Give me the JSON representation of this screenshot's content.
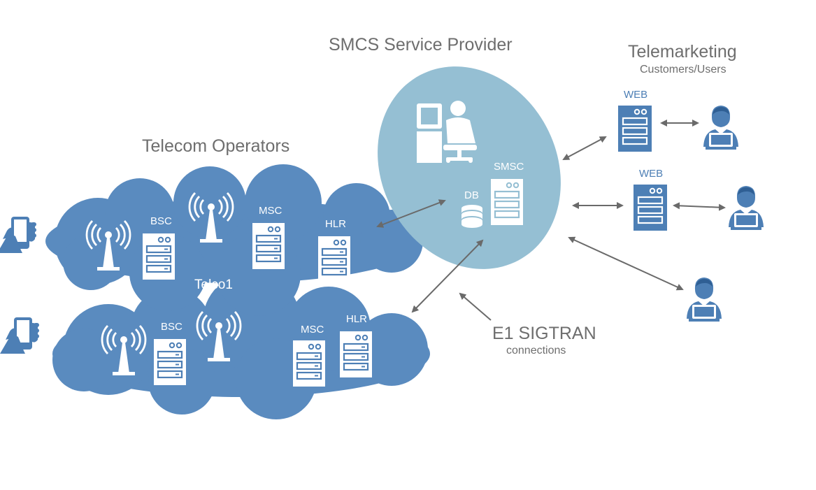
{
  "colors": {
    "cloud": "#5a8bbf",
    "provider_ellipse": "#95bfd3",
    "server_blue": "#4d7fb5",
    "arrow": "#6a6a6a",
    "title_text": "#6e6e6e"
  },
  "titles": {
    "smcs_provider": "SMCS Service Provider",
    "telemarketing": "Telemarketing",
    "telemarketing_sub": "Customers/Users",
    "telecom_operators": "Telecom Operators",
    "sigtran": "E1 SIGTRAN",
    "sigtran_sub": "connections"
  },
  "provider": {
    "smsc": "SMSC",
    "db": "DB"
  },
  "telco1": {
    "name": "Telco1",
    "bsc": "BSC",
    "msc": "MSC",
    "hlr": "HLR"
  },
  "telco2": {
    "bsc": "BSC",
    "msc": "MSC",
    "hlr": "HLR"
  },
  "customers": {
    "web1": "WEB",
    "web2": "WEB"
  },
  "icons": [
    "smartphone-hand-icon",
    "antenna-icon",
    "server-icon",
    "database-icon",
    "operator-workstation-icon",
    "user-laptop-icon",
    "double-arrow-icon"
  ]
}
